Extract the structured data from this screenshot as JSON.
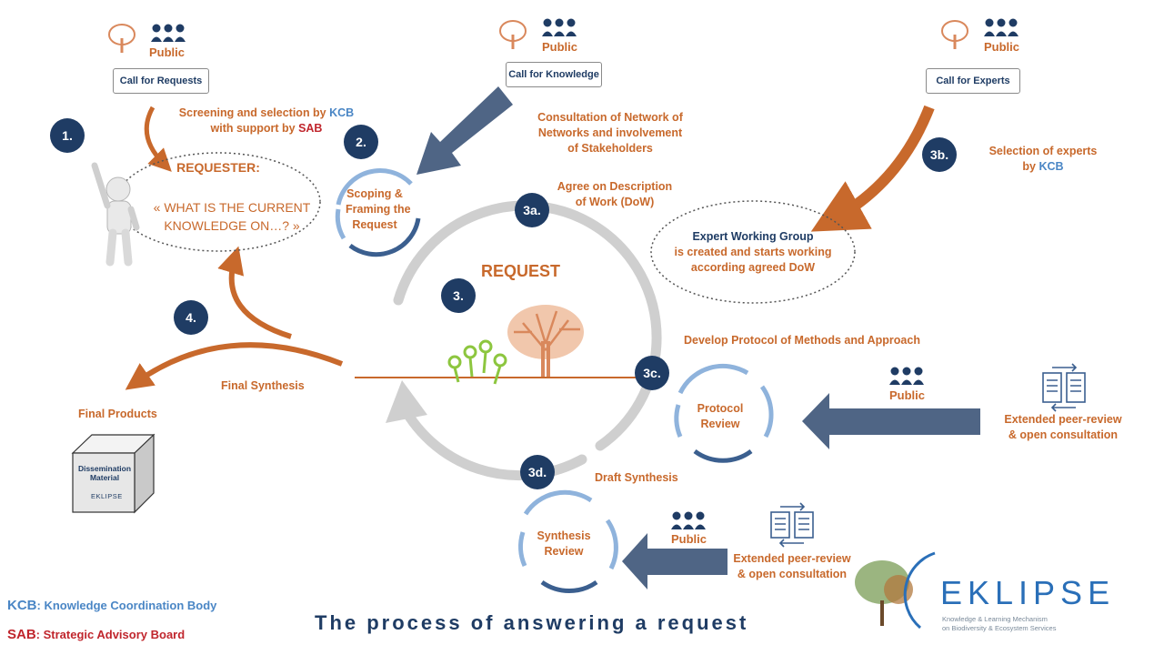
{
  "labels": {
    "public": "Public",
    "call_requests": "Call for Requests",
    "call_knowledge": "Call for Knowledge",
    "call_experts": "Call for Experts",
    "screening_1": "Screening and selection by",
    "screening_kcb": "KCB",
    "screening_2": "with support by",
    "screening_sab": "SAB",
    "consultation_1": "Consultation of Network of",
    "consultation_2": "Networks and involvement",
    "consultation_3": "of  Stakeholders",
    "selection_1": "Selection of experts",
    "selection_2": "by",
    "selection_kcb": "KCB",
    "requester_title": "REQUESTER:",
    "requester_q1": "« WHAT IS THE CURRENT",
    "requester_q2": "KNOWLEDGE ON…? »",
    "scoping_1": "Scoping &",
    "scoping_2": "Framing the",
    "scoping_3": "Request",
    "agree_1": "Agree on Description",
    "agree_2": "of Work (DoW)",
    "ewg_1": "Expert Working Group",
    "ewg_2": "is created and starts working",
    "ewg_3": "according agreed DoW",
    "request": "REQUEST",
    "develop_protocol": "Develop Protocol of Methods and Approach",
    "protocol_1": "Protocol",
    "protocol_2": "Review",
    "synthesis_1": "Synthesis",
    "synthesis_2": "Review",
    "draft_synthesis": "Draft  Synthesis",
    "final_synthesis": "Final Synthesis",
    "final_products": "Final Products",
    "dissemination_1": "Dissemination",
    "dissemination_2": "Material",
    "eklipse_small": "EKLIPSE",
    "peer_review_1": "Extended peer-review",
    "peer_review_2": "& open consultation",
    "legend_kcb_abbr": "KCB",
    "legend_kcb_text": ": Knowledge Coordination Body",
    "legend_sab_abbr": "SAB",
    "legend_sab_text": ": Strategic Advisory Board",
    "footer_title": "The process of answering a request",
    "logo_name": "EKLIPSE",
    "logo_tag_1": "Knowledge & Learning Mechanism",
    "logo_tag_2": "on Biodiversity & Ecosystem Services"
  },
  "badges": {
    "b1": "1.",
    "b2": "2.",
    "b3": "3.",
    "b3a": "3a.",
    "b3b": "3b.",
    "b3c": "3c.",
    "b3d": "3d.",
    "b4": "4."
  },
  "colors": {
    "navy": "#1f3c64",
    "orange": "#c8692c",
    "blue": "#4a86c5",
    "red": "#c0262d",
    "slate_arrow": "#4f6585",
    "cycle_grey": "#cfcfcf"
  },
  "icons": [
    "tree-icon",
    "people-icon",
    "book-exchange-icon",
    "person-figure-icon",
    "key-icon",
    "cube-icon"
  ]
}
